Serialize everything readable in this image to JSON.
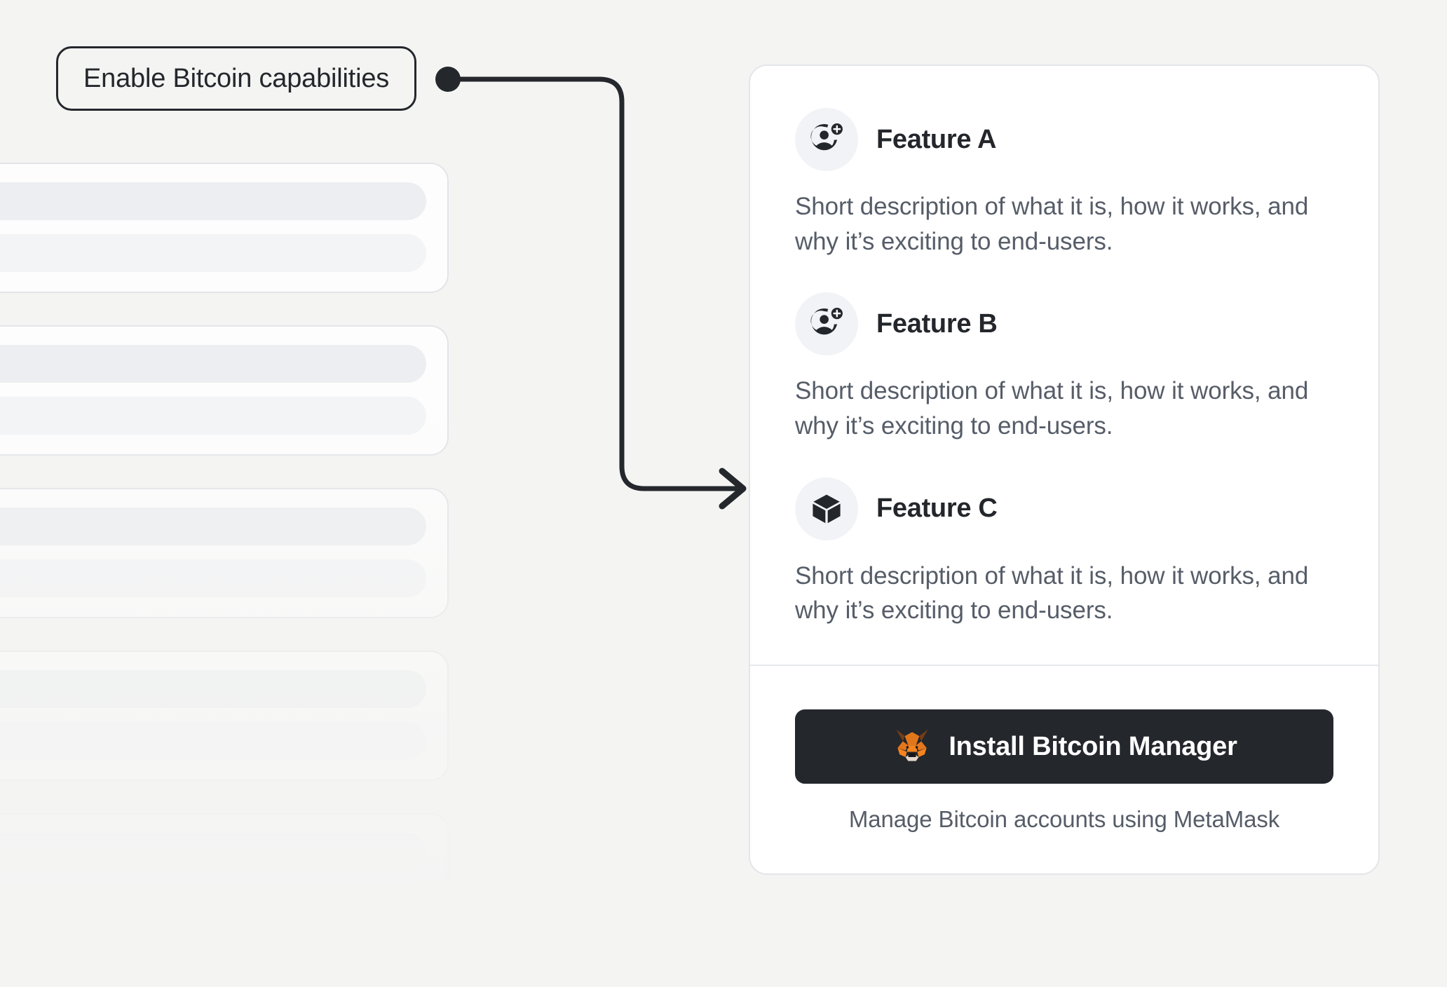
{
  "annotation": {
    "label": "Enable Bitcoin capabilities",
    "connector_icon": "arrow-right-icon",
    "dot_icon": "connector-dot-icon"
  },
  "colors": {
    "background": "#f4f4f3",
    "card_background": "#ffffff",
    "card_border": "#e3e5e9",
    "ink": "#24272c",
    "muted_text": "#565d68",
    "icon_circle": "#f1f3f6",
    "button_background": "#24272c",
    "button_text": "#ffffff",
    "fox_orange": "#e2761b",
    "fox_dark_brown": "#763d16",
    "fox_light_orange": "#f5841f",
    "fox_cream": "#e4d7cd",
    "fox_nose": "#161616"
  },
  "skeleton": {
    "count": 5,
    "bar_primary_label": "skeleton-bar-primary",
    "bar_secondary_label": "skeleton-bar-secondary"
  },
  "feature_card": {
    "features": [
      {
        "icon": "add-user-icon",
        "title": "Feature A",
        "description": "Short description of what it is, how it works, and why it’s exciting to end-users."
      },
      {
        "icon": "add-user-icon",
        "title": "Feature B",
        "description": "Short description of what it is, how it works, and why it’s exciting to end-users."
      },
      {
        "icon": "cube-icon",
        "title": "Feature C",
        "description": "Short description of what it is, how it works, and why it’s exciting to end-users."
      }
    ],
    "cta": {
      "icon": "metamask-fox-icon",
      "button_label": "Install Bitcoin Manager",
      "subtext": "Manage Bitcoin accounts using MetaMask"
    }
  }
}
